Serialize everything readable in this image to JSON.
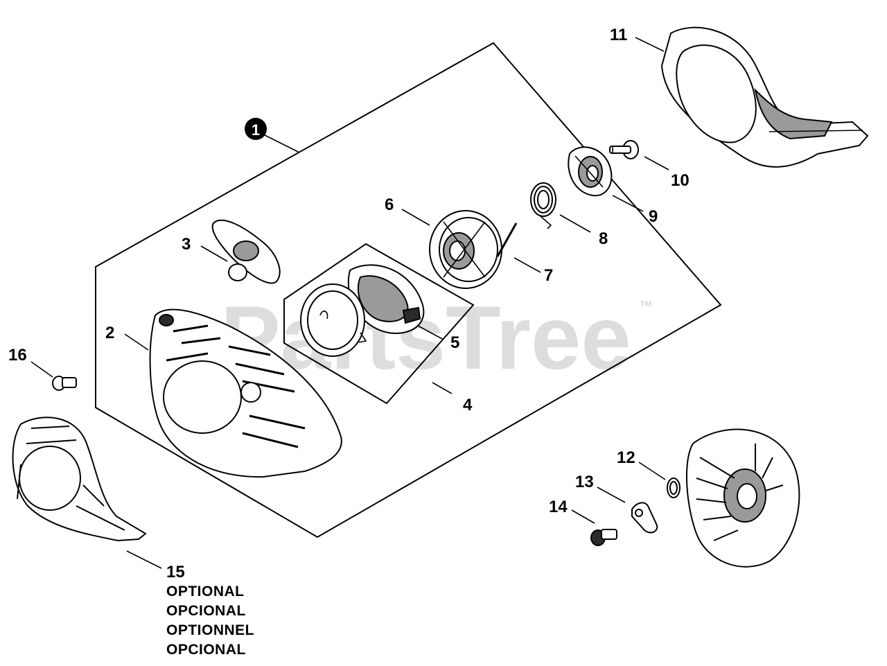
{
  "watermark": {
    "text": "PartsTree",
    "trademark": "™"
  },
  "kit_badge": "1",
  "callouts": {
    "p2": "2",
    "p3": "3",
    "p4": "4",
    "p5": "5",
    "p6": "6",
    "p7": "7",
    "p8": "8",
    "p9": "9",
    "p10": "10",
    "p11": "11",
    "p12": "12",
    "p13": "13",
    "p14": "14",
    "p15": "15",
    "p16": "16"
  },
  "optional_notes": [
    "OPTIONAL",
    "OPCIONAL",
    "OPTIONNEL",
    "OPCIONAL"
  ]
}
